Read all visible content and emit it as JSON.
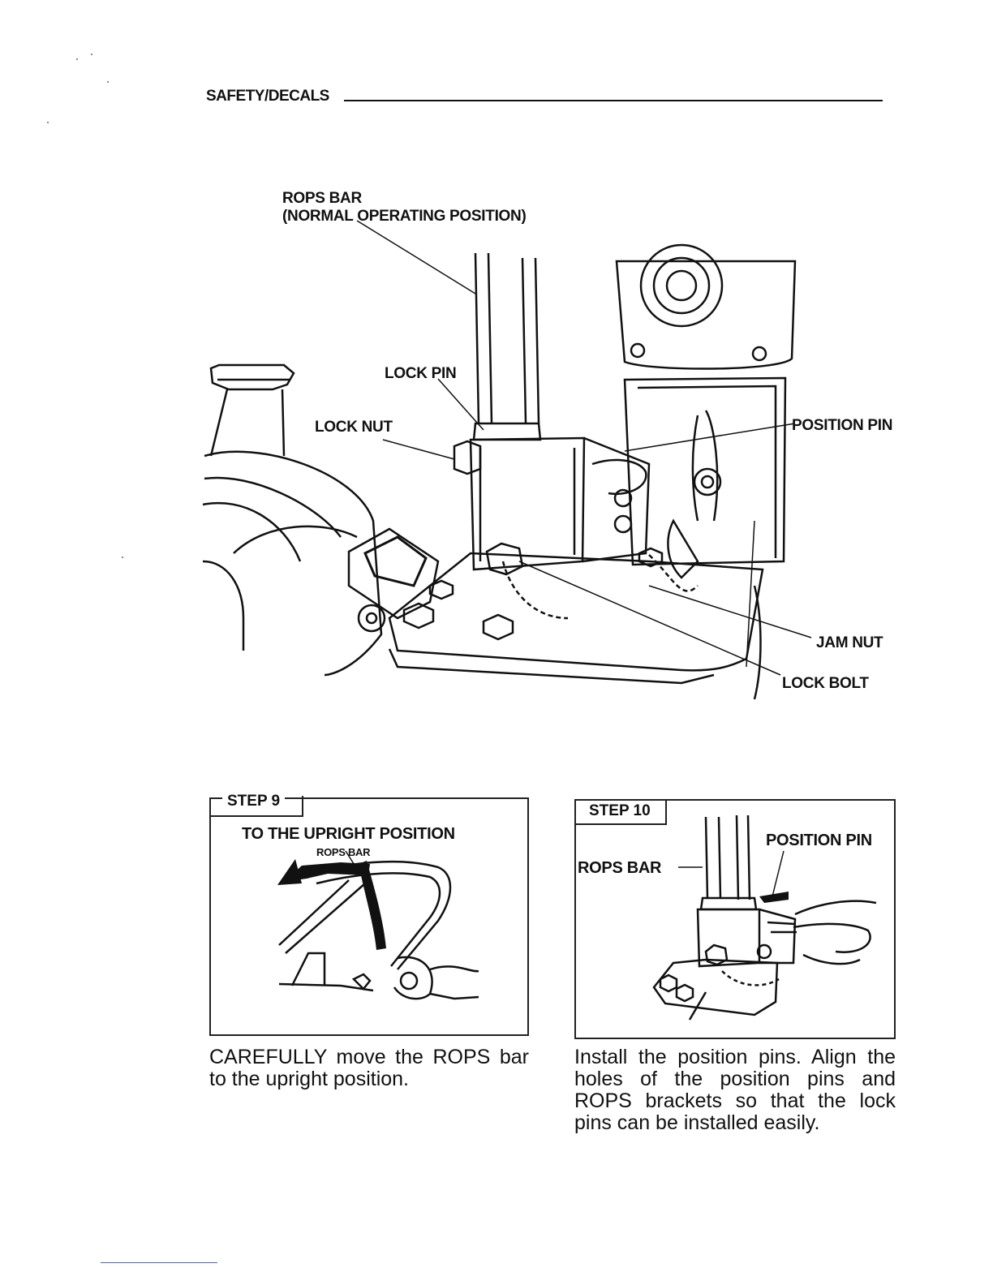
{
  "header": {
    "title": "SAFETY/DECALS"
  },
  "main_figure": {
    "labels": {
      "rops_bar_line1": "ROPS BAR",
      "rops_bar_line2": "(NORMAL OPERATING POSITION)",
      "lock_pin": "LOCK PIN",
      "lock_nut": "LOCK NUT",
      "position_pin": "POSITION PIN",
      "jam_nut": "JAM NUT",
      "lock_bolt": "LOCK BOLT"
    }
  },
  "step9": {
    "tab": "STEP 9",
    "title": "TO THE UPRIGHT POSITION",
    "sublabel": "ROPS BAR",
    "caption": "CAREFULLY move the ROPS bar to the upright position."
  },
  "step10": {
    "tab": "STEP 10",
    "position_pin": "POSITION PIN",
    "rops_bar": "ROPS BAR",
    "caption": "Install the position pins. Align the holes of the position pins and ROPS brackets so that the lock pins can be installed easily."
  }
}
